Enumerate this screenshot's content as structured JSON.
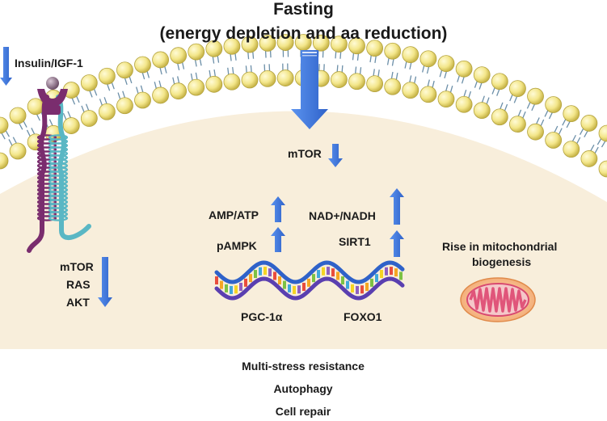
{
  "title": {
    "line1": "Fasting",
    "line2": "(energy depletion and aa reduction)"
  },
  "labels": {
    "insulin": "Insulin/IGF-1",
    "mtor_top": "mTOR",
    "amp_atp": "AMP/ATP",
    "nad_nadh": "NAD+/NADH",
    "pampk": "pAMPK",
    "sirt1": "SIRT1",
    "mito_line1": "Rise in mitochondrial",
    "mito_line2": "biogenesis",
    "mtor_left": "mTOR",
    "ras": "RAS",
    "akt": "AKT",
    "pgc": "PGC-1α",
    "foxo1": "FOXO1"
  },
  "outcomes": [
    "Multi-stress resistance",
    "Autophagy",
    "Cell repair"
  ],
  "arrows": {
    "insulin": "down",
    "fasting": "down",
    "mtor_top": "down",
    "amp_atp": "up",
    "pampk": "up",
    "nad_nadh": "up",
    "sirt1": "up",
    "mtor_ras_akt": "down"
  },
  "colors": {
    "arrow_blue": "#3a78e0",
    "membrane_head": "#f0e68c",
    "cytoplasm": "#f8eedb",
    "receptor_purple": "#7a2d6e",
    "receptor_teal": "#5ab7c4",
    "mitochondrion": "#e0557a"
  }
}
